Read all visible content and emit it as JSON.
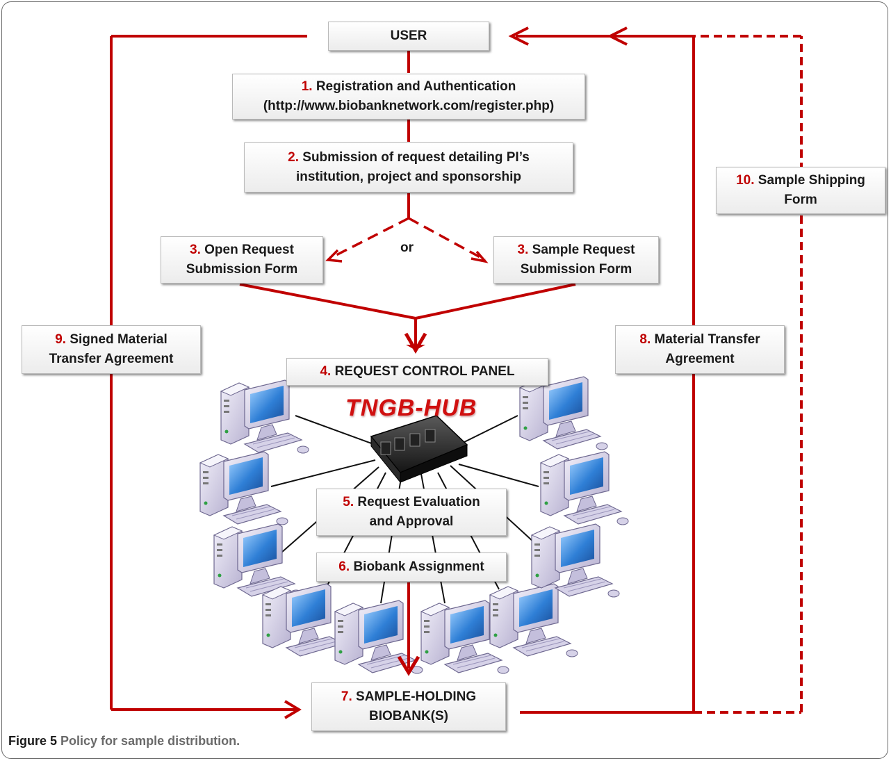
{
  "steps": {
    "user": {
      "label": "USER"
    },
    "s1": {
      "num": "1.",
      "line1": "Registration and Authentication",
      "line2": "(http://www.biobanknetwork.com/register.php)"
    },
    "s2": {
      "num": "2.",
      "line1": "Submission of request detailing PI’s",
      "line2": "institution, project and sponsorship"
    },
    "s3a": {
      "num": "3.",
      "line1": "Open Request",
      "line2": "Submission Form"
    },
    "s3b": {
      "num": "3.",
      "line1": "Sample Request",
      "line2": "Submission Form"
    },
    "or_label": "or",
    "s4": {
      "num": "4.",
      "line1": "REQUEST CONTROL PANEL"
    },
    "hub": "TNGB-HUB",
    "s5": {
      "num": "5.",
      "line1": "Request Evaluation",
      "line2": "and Approval"
    },
    "s6": {
      "num": "6.",
      "line1": "Biobank  Assignment"
    },
    "s7": {
      "num": "7.",
      "line1": "SAMPLE-HOLDING",
      "line2": "BIOBANK(S)"
    },
    "s8": {
      "num": "8.",
      "line1": "Material Transfer",
      "line2": "Agreement"
    },
    "s9": {
      "num": "9.",
      "line1": " Signed Material",
      "line2": "Transfer Agreement"
    },
    "s10": {
      "num": "10.",
      "line1": "Sample Shipping",
      "line2": "Form"
    }
  },
  "caption": {
    "figure": "Figure 5",
    "text": "Policy for sample distribution."
  },
  "colors": {
    "arrow": "#c00000",
    "number": "#c00000",
    "hub_title": "#d01010",
    "screen": "#2f7fd6",
    "case": "#d9d5ea"
  }
}
